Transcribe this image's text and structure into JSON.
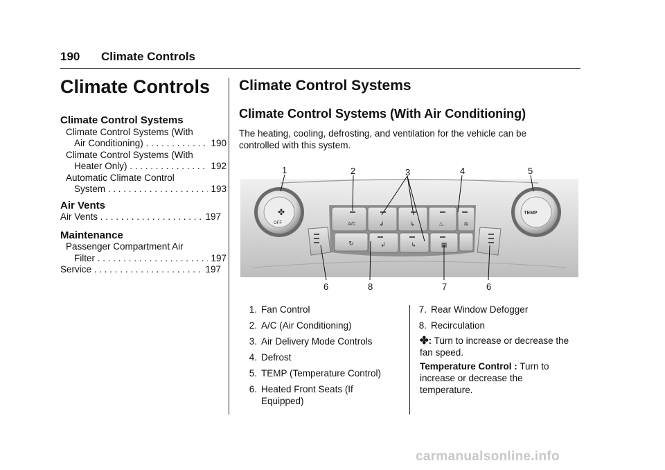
{
  "header": {
    "page_number": "190",
    "section": "Climate Controls"
  },
  "chapter_title": "Climate Controls",
  "toc": [
    {
      "heading": "Climate Control Systems",
      "entries": [
        {
          "line1": "Climate Control Systems (With",
          "line2": "Air Conditioning)",
          "page": "190"
        },
        {
          "line1": "Climate Control Systems (With",
          "line2": "Heater Only)",
          "page": "192"
        },
        {
          "line1": "Automatic Climate Control",
          "line2": "System",
          "page": "193"
        }
      ]
    },
    {
      "heading": "Air Vents",
      "entries": [
        {
          "line1": "",
          "line2": "Air Vents",
          "page": "197"
        }
      ]
    },
    {
      "heading": "Maintenance",
      "entries": [
        {
          "line1": "Passenger Compartment Air",
          "line2": "Filter",
          "page": "197"
        },
        {
          "line1": "",
          "line2": "Service",
          "page": "197"
        }
      ]
    }
  ],
  "section_title": "Climate Control Systems",
  "subsection_title": "Climate Control Systems (With Air Conditioning)",
  "intro_text": "The heating, cooling, defrosting, and ventilation for the vehicle can be controlled with this system.",
  "figure": {
    "top_callouts": [
      "1",
      "2",
      "3",
      "4",
      "5"
    ],
    "bottom_callouts": [
      "6",
      "8",
      "7",
      "6"
    ],
    "knob_left_label": "OFF",
    "knob_right_label": "TEMP",
    "ac_label": "A/C"
  },
  "legend_left": [
    {
      "n": "1.",
      "text": "Fan Control"
    },
    {
      "n": "2.",
      "text": "A/C (Air Conditioning)"
    },
    {
      "n": "3.",
      "text": "Air Delivery Mode Controls"
    },
    {
      "n": "4.",
      "text": "Defrost"
    },
    {
      "n": "5.",
      "text": "TEMP (Temperature Control)"
    },
    {
      "n": "6.",
      "text": "Heated Front Seats (If Equipped)"
    }
  ],
  "legend_right": [
    {
      "n": "7.",
      "text": "Rear Window Defogger"
    },
    {
      "n": "8.",
      "text": "Recirculation"
    }
  ],
  "fan_desc": {
    "label": ":",
    "text": " Turn to increase or decrease the fan speed."
  },
  "temp_desc": {
    "label": "Temperature Control :",
    "text": " Turn to increase or decrease the temperature."
  },
  "watermark": "carmanualsonline.info"
}
